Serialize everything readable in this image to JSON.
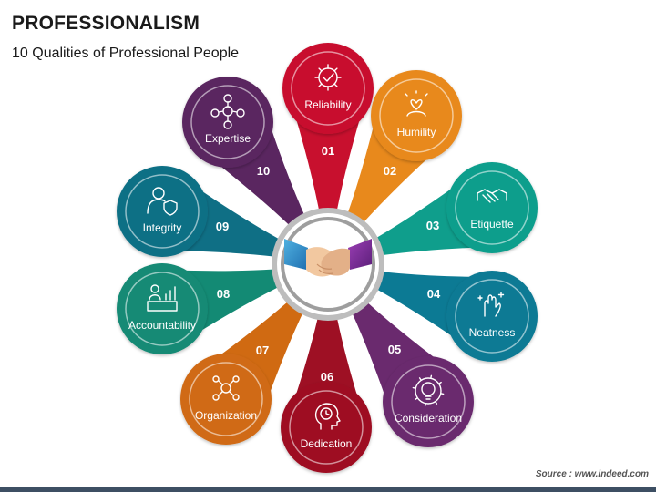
{
  "header": {
    "title": "PROFESSIONALISM",
    "subtitle": "10 Qualities of Professional People"
  },
  "footer": {
    "source": "Source : www.indeed.com"
  },
  "qualities": [
    {
      "number": "01",
      "label": "Reliability",
      "color": "#c8102e",
      "icon": "gear-check-icon"
    },
    {
      "number": "02",
      "label": "Humility",
      "color": "#e8891c",
      "icon": "heart-person-icon"
    },
    {
      "number": "03",
      "label": "Etiquette",
      "color": "#0f9e8c",
      "icon": "handshake-icon"
    },
    {
      "number": "04",
      "label": "Neatness",
      "color": "#0c7a94",
      "icon": "sparkle-hand-icon"
    },
    {
      "number": "05",
      "label": "Consideration",
      "color": "#6a2a6e",
      "icon": "lightbulb-gear-icon"
    },
    {
      "number": "06",
      "label": "Dedication",
      "color": "#9e1024",
      "icon": "head-clock-icon"
    },
    {
      "number": "07",
      "label": "Organization",
      "color": "#d06a12",
      "icon": "people-network-icon"
    },
    {
      "number": "08",
      "label": "Accountability",
      "color": "#138a74",
      "icon": "person-chart-icon"
    },
    {
      "number": "09",
      "label": "Integrity",
      "color": "#0f6f85",
      "icon": "user-shield-icon"
    },
    {
      "number": "10",
      "label": "Expertise",
      "color": "#5a2660",
      "icon": "team-network-icon"
    }
  ],
  "center": {
    "icon": "handshake-photo-icon"
  }
}
